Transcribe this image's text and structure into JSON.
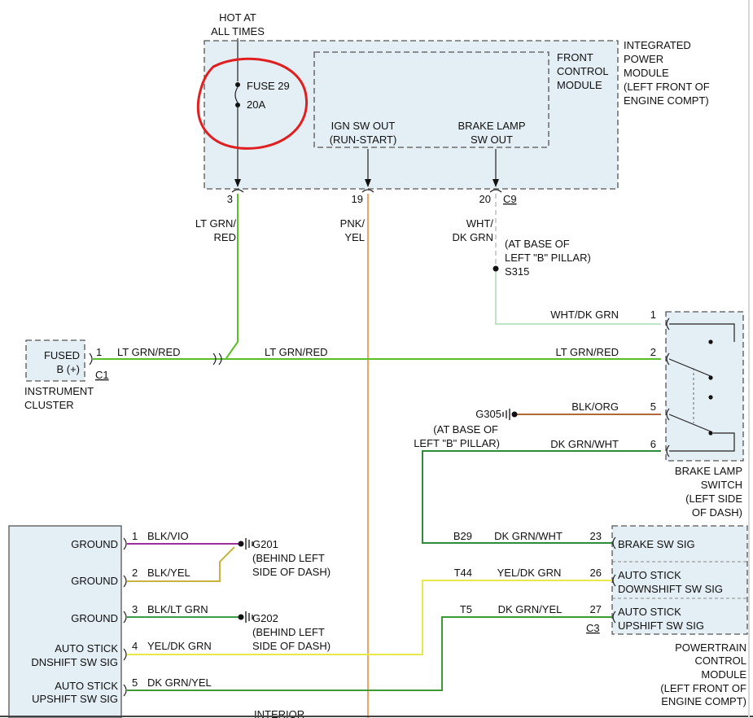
{
  "colors": {
    "lt_grn_red": "#5cbf2a",
    "pnk_yel": "#f5a262",
    "wht_dk_grn": "#cfcfcf",
    "blk_org": "#b06a3a",
    "dk_grn_wht": "#2e8b3a",
    "blk_vio": "#9b2f9b",
    "blk_yel": "#c9b23d",
    "blk_lt_grn": "#3d9b4a",
    "yel_dk_grn": "#e8e84a",
    "dk_grn_yel": "#3e9a33",
    "annotation_circle": "#e02020",
    "module_fill": "#e3eef5"
  },
  "ipm": {
    "hot_label_1": "HOT AT",
    "hot_label_2": "ALL TIMES",
    "name_lines": [
      "INTEGRATED",
      "POWER",
      "MODULE",
      "(LEFT FRONT OF",
      "ENGINE COMPT)"
    ],
    "fuse_name": "FUSE 29",
    "fuse_rating": "20A",
    "fcm_lines": [
      "FRONT",
      "CONTROL",
      "MODULE"
    ],
    "ign_lines": [
      "IGN SW OUT",
      "(RUN-START)"
    ],
    "brake_out_lines": [
      "BRAKE LAMP",
      "SW OUT"
    ],
    "pin_3": "3",
    "pin_19": "19",
    "pin_20": "20",
    "connector": "C9"
  },
  "wires": {
    "ltgrn_red_top": [
      "LT GRN/",
      "RED"
    ],
    "pnk_yel": [
      "PNK/",
      "YEL"
    ],
    "wht_dkgrn_top": [
      "WHT/",
      "DK GRN"
    ],
    "s315_note": [
      "(AT BASE OF",
      "LEFT \"B\" PILLAR)"
    ],
    "s315": "S315",
    "wht_dkgrn_h": "WHT/DK GRN",
    "ltgrn_red": "LT GRN/RED",
    "blk_org": "BLK/ORG",
    "dkgrn_wht": "DK GRN/WHT",
    "g305": "G305",
    "g305_note": [
      "(AT BASE OF",
      "LEFT \"B\" PILLAR)"
    ]
  },
  "cluster": {
    "label_lines": [
      "FUSED",
      "B (+)"
    ],
    "pin": "1",
    "connector": "C1",
    "name_lines": [
      "INSTRUMENT",
      "CLUSTER"
    ]
  },
  "brake_switch": {
    "pins": [
      "1",
      "2",
      "5",
      "6"
    ],
    "name_lines": [
      "BRAKE LAMP",
      "SWITCH",
      "(LEFT SIDE",
      "OF DASH)"
    ]
  },
  "pcm": {
    "rows": [
      {
        "pin": "23",
        "cavity": "B29",
        "wire": "DK GRN/WHT",
        "label": [
          "BRAKE SW SIG"
        ]
      },
      {
        "pin": "26",
        "cavity": "T44",
        "wire": "YEL/DK GRN",
        "label": [
          "AUTO STICK",
          "DOWNSHIFT SW SIG"
        ]
      },
      {
        "pin": "27",
        "cavity": "T5",
        "wire": "DK GRN/YEL",
        "label": [
          "AUTO STICK",
          "UPSHIFT SW SIG"
        ]
      }
    ],
    "connector": "C3",
    "name_lines": [
      "POWERTRAIN",
      "CONTROL",
      "MODULE",
      "(LEFT FRONT OF",
      "ENGINE COMPT)"
    ]
  },
  "switch_module": {
    "rows": [
      {
        "label": [
          "GROUND"
        ],
        "pin": "1",
        "wire": "BLK/VIO"
      },
      {
        "label": [
          "GROUND"
        ],
        "pin": "2",
        "wire": "BLK/YEL"
      },
      {
        "label": [
          "GROUND"
        ],
        "pin": "3",
        "wire": "BLK/LT GRN"
      },
      {
        "label": [
          "AUTO STICK",
          "DNSHIFT SW SIG"
        ],
        "pin": "4",
        "wire": "YEL/DK GRN"
      },
      {
        "label": [
          "AUTO STICK",
          "UPSHIFT SW SIG"
        ],
        "pin": "5",
        "wire": "DK GRN/YEL"
      }
    ],
    "footer_partial": "INTERIOR"
  },
  "grounds": {
    "g201": "G201",
    "g201_note": [
      "(BEHIND LEFT",
      "SIDE OF DASH)"
    ],
    "g202": "G202",
    "g202_note": [
      "(BEHIND LEFT",
      "SIDE OF DASH)"
    ]
  }
}
